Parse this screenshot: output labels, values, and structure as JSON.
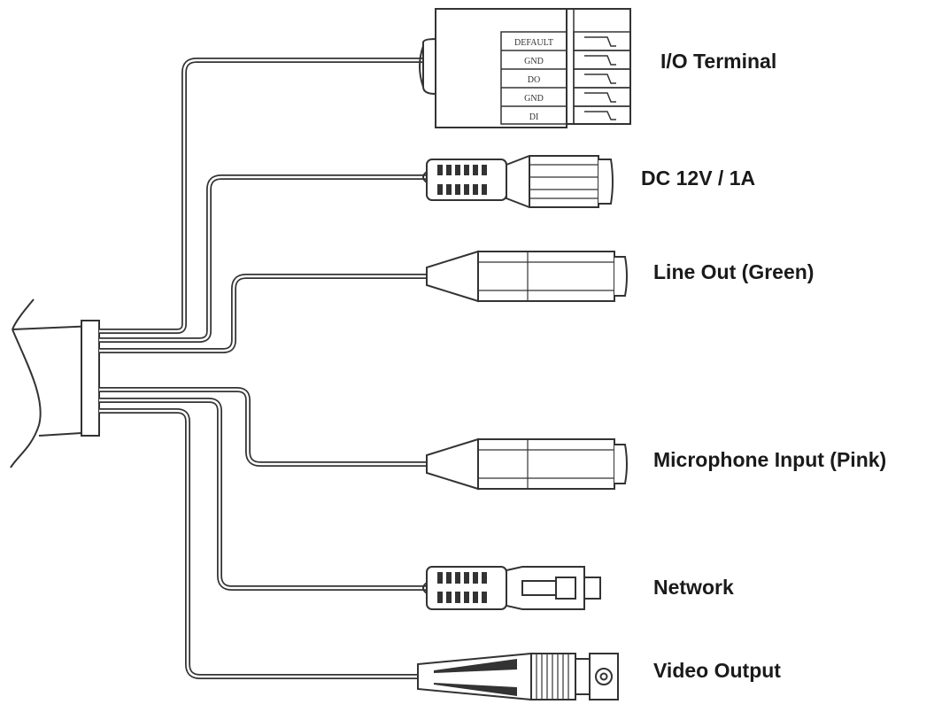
{
  "connectors": {
    "io_terminal": {
      "label": "I/O Terminal",
      "pins": [
        "DEFAULT",
        "GND",
        "DO",
        "GND",
        "DI"
      ]
    },
    "power": {
      "label": "DC 12V / 1A"
    },
    "line_out": {
      "label": "Line Out (Green)"
    },
    "mic_in": {
      "label": "Microphone Input (Pink)"
    },
    "network": {
      "label": "Network"
    },
    "video_out": {
      "label": "Video Output"
    }
  },
  "colors": {
    "line": "#333333",
    "background": "#ffffff"
  }
}
